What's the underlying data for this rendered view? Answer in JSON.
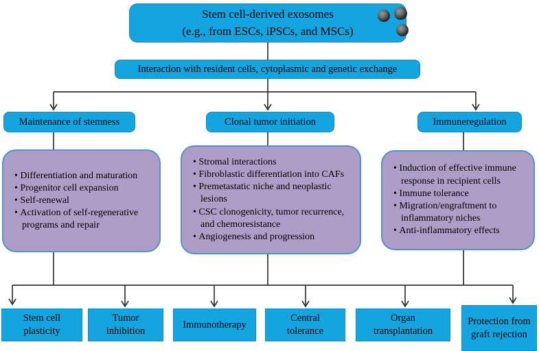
{
  "colors": {
    "accent": "#14a5e1",
    "panel": "#ae9dc6",
    "panel_border": "#4f93d2",
    "line": "#333333"
  },
  "title_box": {
    "line1": "Stem cell-derived exosomes",
    "line2": "(e.g., from ESCs, iPSCs, and MSCs)",
    "exosome_icon_count": 3
  },
  "interaction_box": {
    "label": "Interaction with resident cells, cytoplasmic and genetic exchange"
  },
  "branches": [
    {
      "label": "Maintenance of stemness",
      "bullets": [
        "Differentiation and maturation",
        "Progenitor cell expansion",
        "Self-renewal",
        "Activation of self-regenerative programs and repair"
      ]
    },
    {
      "label": "Clonal tumor initiation",
      "bullets": [
        "Stromal interactions",
        "Fibroblastic differentiation into CAFs",
        "Premetastatic niche and neoplastic lesions",
        "CSC clonogenicity, tumor recurrence, and chemoresistance",
        "Angiogenesis and progression"
      ]
    },
    {
      "label": "Immuneregulation",
      "bullets": [
        "Induction of effective immune response in recipient cells",
        "Immune tolerance",
        "Migration/engraftment to inflammatory niches",
        "Anti-inflammatory effects"
      ]
    }
  ],
  "outcomes": [
    "Stem cell plasticity",
    "Tumor inhibition",
    "Immunotherapy",
    "Central tolerance",
    "Organ transplantation",
    "Protection from graft rejection"
  ]
}
